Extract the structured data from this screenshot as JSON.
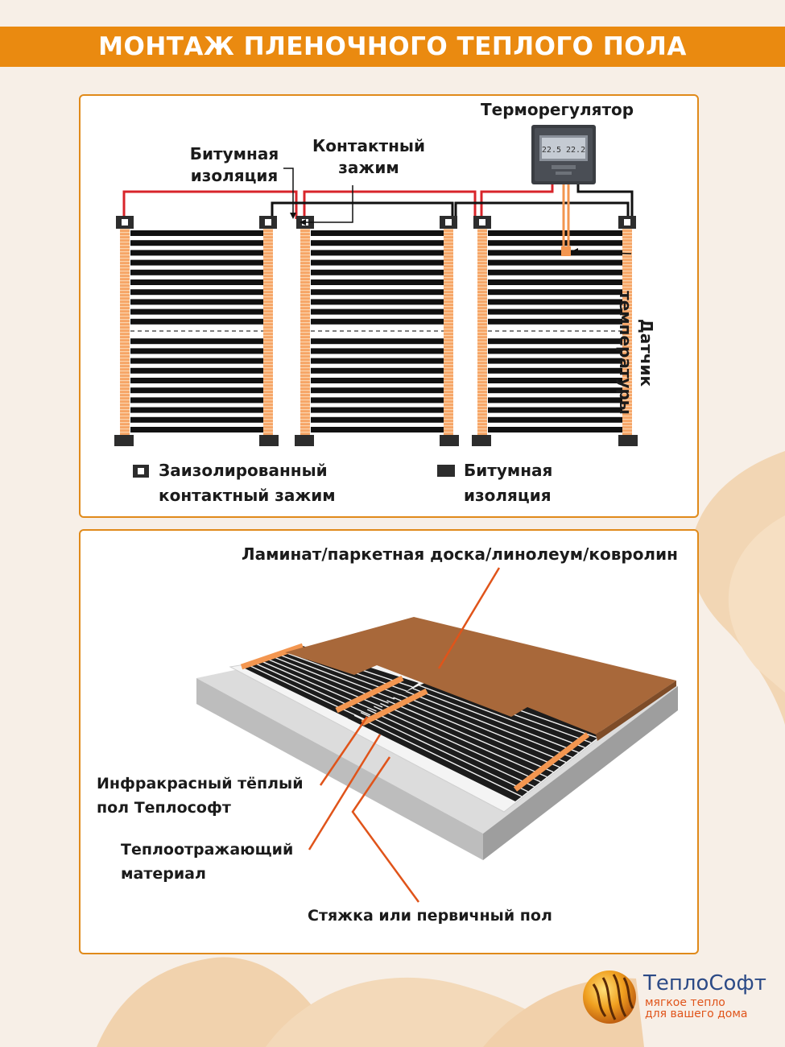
{
  "header": {
    "title": "МОНТАЖ ПЛЕНОЧНОГО ТЕПЛОГО ПОЛА"
  },
  "wiring_diagram": {
    "thermostat_label": "Терморегулятор",
    "thermostat_display": "22.5  22.2",
    "bitumen_label_line1": "Битумная",
    "bitumen_label_line2": "изоляция",
    "contact_label_line1": "Контактный",
    "contact_label_line2": "зажим",
    "sensor_label_line1": "Датчик",
    "sensor_label_line2": "температуры",
    "legend": [
      {
        "line1": "Заизолированный",
        "line2": "контактный зажим",
        "icon": "insulated-clamp-icon"
      },
      {
        "line1": "Битумная",
        "line2": "изоляция",
        "icon": "bitumen-square-icon"
      }
    ]
  },
  "layers_diagram": {
    "top_layer_label": "Ламинат/паркетная доска/линолеум/ковролин",
    "film_label_line1": "Инфракрасный тёплый",
    "film_label_line2": "пол Теплософт",
    "reflective_label_line1": "Теплоотражающий",
    "reflective_label_line2": "материал",
    "screed_label": "Стяжка или первичный пол"
  },
  "brand": {
    "name": "ТеплоСофт",
    "tagline_line1": "мягкое тепло",
    "tagline_line2": "для вашего дома"
  },
  "colors": {
    "accent": "#ea8a10",
    "wire_red": "#d8242a",
    "wire_black": "#111111",
    "copper_strip": "#f5a05a",
    "laminate": "#a8683a",
    "brand_blue": "#2c4a86"
  }
}
